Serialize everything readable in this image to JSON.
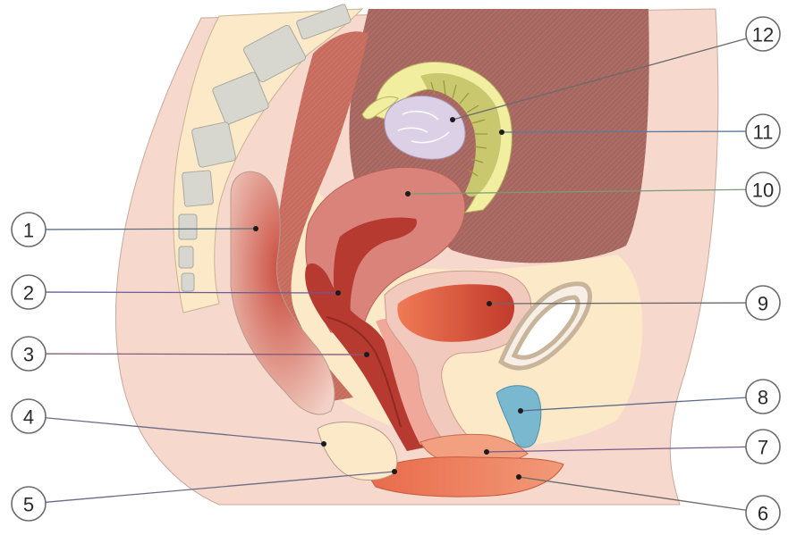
{
  "callouts": [
    {
      "id": "1",
      "label": "1",
      "side": "left",
      "line_color": "#5a6f86"
    },
    {
      "id": "2",
      "label": "2",
      "side": "left",
      "line_color": "#6a5a9a"
    },
    {
      "id": "3",
      "label": "3",
      "side": "left",
      "line_color": "#8a5a7a"
    },
    {
      "id": "4",
      "label": "4",
      "side": "left",
      "line_color": "#6a6a88"
    },
    {
      "id": "5",
      "label": "5",
      "side": "left",
      "line_color": "#6a6a88"
    },
    {
      "id": "6",
      "label": "6",
      "side": "right",
      "line_color": "#6a6a6a"
    },
    {
      "id": "7",
      "label": "7",
      "side": "right",
      "line_color": "#7a5a8a"
    },
    {
      "id": "8",
      "label": "8",
      "side": "right",
      "line_color": "#5a6a8a"
    },
    {
      "id": "9",
      "label": "9",
      "side": "right",
      "line_color": "#6a6a6a"
    },
    {
      "id": "10",
      "label": "10",
      "side": "right",
      "line_color": "#7a9a7a"
    },
    {
      "id": "11",
      "label": "11",
      "side": "right",
      "line_color": "#5a7aa0"
    },
    {
      "id": "12",
      "label": "12",
      "side": "right",
      "line_color": "#6a6a6a"
    }
  ],
  "colors": {
    "skin": "#f6d9cc",
    "pelvic_cavity": "#fbe9c7",
    "abdomen": "#a6665f",
    "muscle": "#c76b5c",
    "uterus": "#d9837a",
    "uterus_inner": "#b63a30",
    "bladder": "#d6503a",
    "ovary": "#dcd0e6",
    "tube": "#c9c86e",
    "vertebra": "#d7d7d0",
    "clitoris": "#7ab8d0"
  }
}
